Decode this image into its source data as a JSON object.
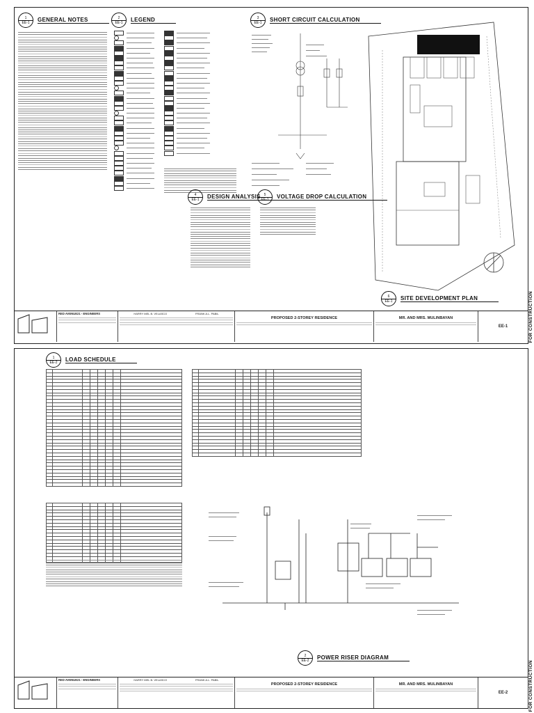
{
  "sheet1": {
    "sections": {
      "general_notes": {
        "num": "1",
        "ref": "EE-1",
        "title": "GENERAL NOTES"
      },
      "legend": {
        "num": "2",
        "ref": "EE-1",
        "title": "LEGEND"
      },
      "short_circuit": {
        "num": "3",
        "ref": "EE-1",
        "title": "SHORT CIRCUIT CALCULATION"
      },
      "design_analysis": {
        "num": "4",
        "ref": "EE-1",
        "title": "DESIGN ANALYSIS"
      },
      "voltage_drop": {
        "num": "5",
        "ref": "EE-1",
        "title": "VOLTAGE DROP CALCULATION"
      },
      "site_plan": {
        "num": "6",
        "ref": "EE-1",
        "title": "SITE DEVELOPMENT PLAN"
      }
    },
    "sheet_no": "EE-1"
  },
  "sheet2": {
    "sections": {
      "load_schedule": {
        "num": "1",
        "ref": "EE-2",
        "title": "LOAD SCHEDULE"
      },
      "riser": {
        "num": "2",
        "ref": "EE-2",
        "title": "POWER RISER DIAGRAM"
      }
    },
    "sheet_no": "EE-2"
  },
  "titleblock": {
    "firm": "RED AVENUE21 - ENGINEERS",
    "engineer_left": "HARRY MEL B. VELASCO",
    "engineer_right": "FRANK A.L. PABIL",
    "project": "PROPOSED 2-STOREY RESIDENCE",
    "owner": "MR. AND MRS. MULINBAYAN"
  },
  "stamp": "FOR CONSTRUCTION"
}
